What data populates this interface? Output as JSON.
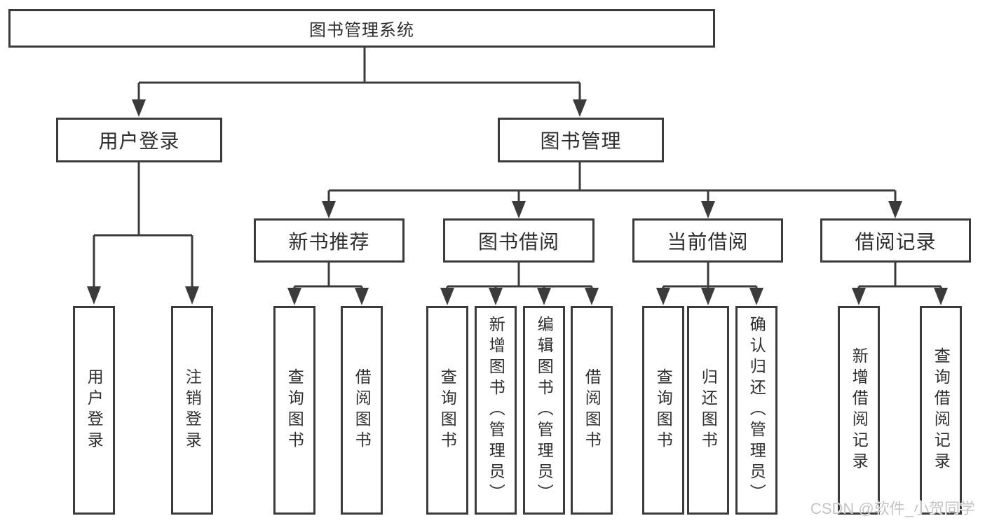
{
  "diagram": {
    "tree": {
      "label": "图书管理系统",
      "children": [
        {
          "label": "用户登录",
          "children": [
            {
              "label": "用户登录"
            },
            {
              "label": "注销登录"
            }
          ]
        },
        {
          "label": "图书管理",
          "children": [
            {
              "label": "新书推荐",
              "children": [
                {
                  "label": "查询图书"
                },
                {
                  "label": "借阅图书"
                }
              ]
            },
            {
              "label": "图书借阅",
              "children": [
                {
                  "label": "查询图书"
                },
                {
                  "label": "新增图书（管理员）"
                },
                {
                  "label": "编辑图书（管理员）"
                },
                {
                  "label": "借阅图书"
                }
              ]
            },
            {
              "label": "当前借阅",
              "children": [
                {
                  "label": "查询图书"
                },
                {
                  "label": "归还图书"
                },
                {
                  "label": "确认归还（管理员）"
                }
              ]
            },
            {
              "label": "借阅记录",
              "children": [
                {
                  "label": "新增借阅记录"
                },
                {
                  "label": "查询借阅记录"
                }
              ]
            }
          ]
        }
      ]
    }
  },
  "watermark": {
    "text": "CSDN @软件_小贺同学"
  },
  "colors": {
    "line": "#3b3b3b",
    "text": "#2e2e2e",
    "background": "#ffffff",
    "watermark": "#c5c5c5"
  }
}
